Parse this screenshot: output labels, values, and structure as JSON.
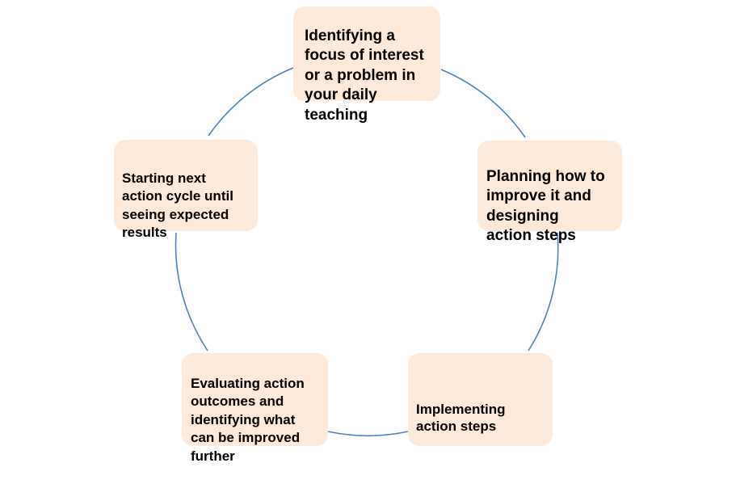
{
  "diagram": {
    "type": "cycle",
    "connector_color": "#4f81bd",
    "box_fill": "#fde9d9",
    "steps": [
      {
        "text": "Identifying  a\nfocus of interest\nor a problem in\nyour daily\nteaching"
      },
      {
        "text": "Planning how to\nimprove it  and\ndesigning\naction steps"
      },
      {
        "text": "Implementing\naction steps"
      },
      {
        "text": "Evaluating action\noutcomes and\nidentifying what\ncan be improved\nfurther"
      },
      {
        "text": "Starting  next\naction cycle until\nseeing  expected\nresults"
      }
    ]
  }
}
